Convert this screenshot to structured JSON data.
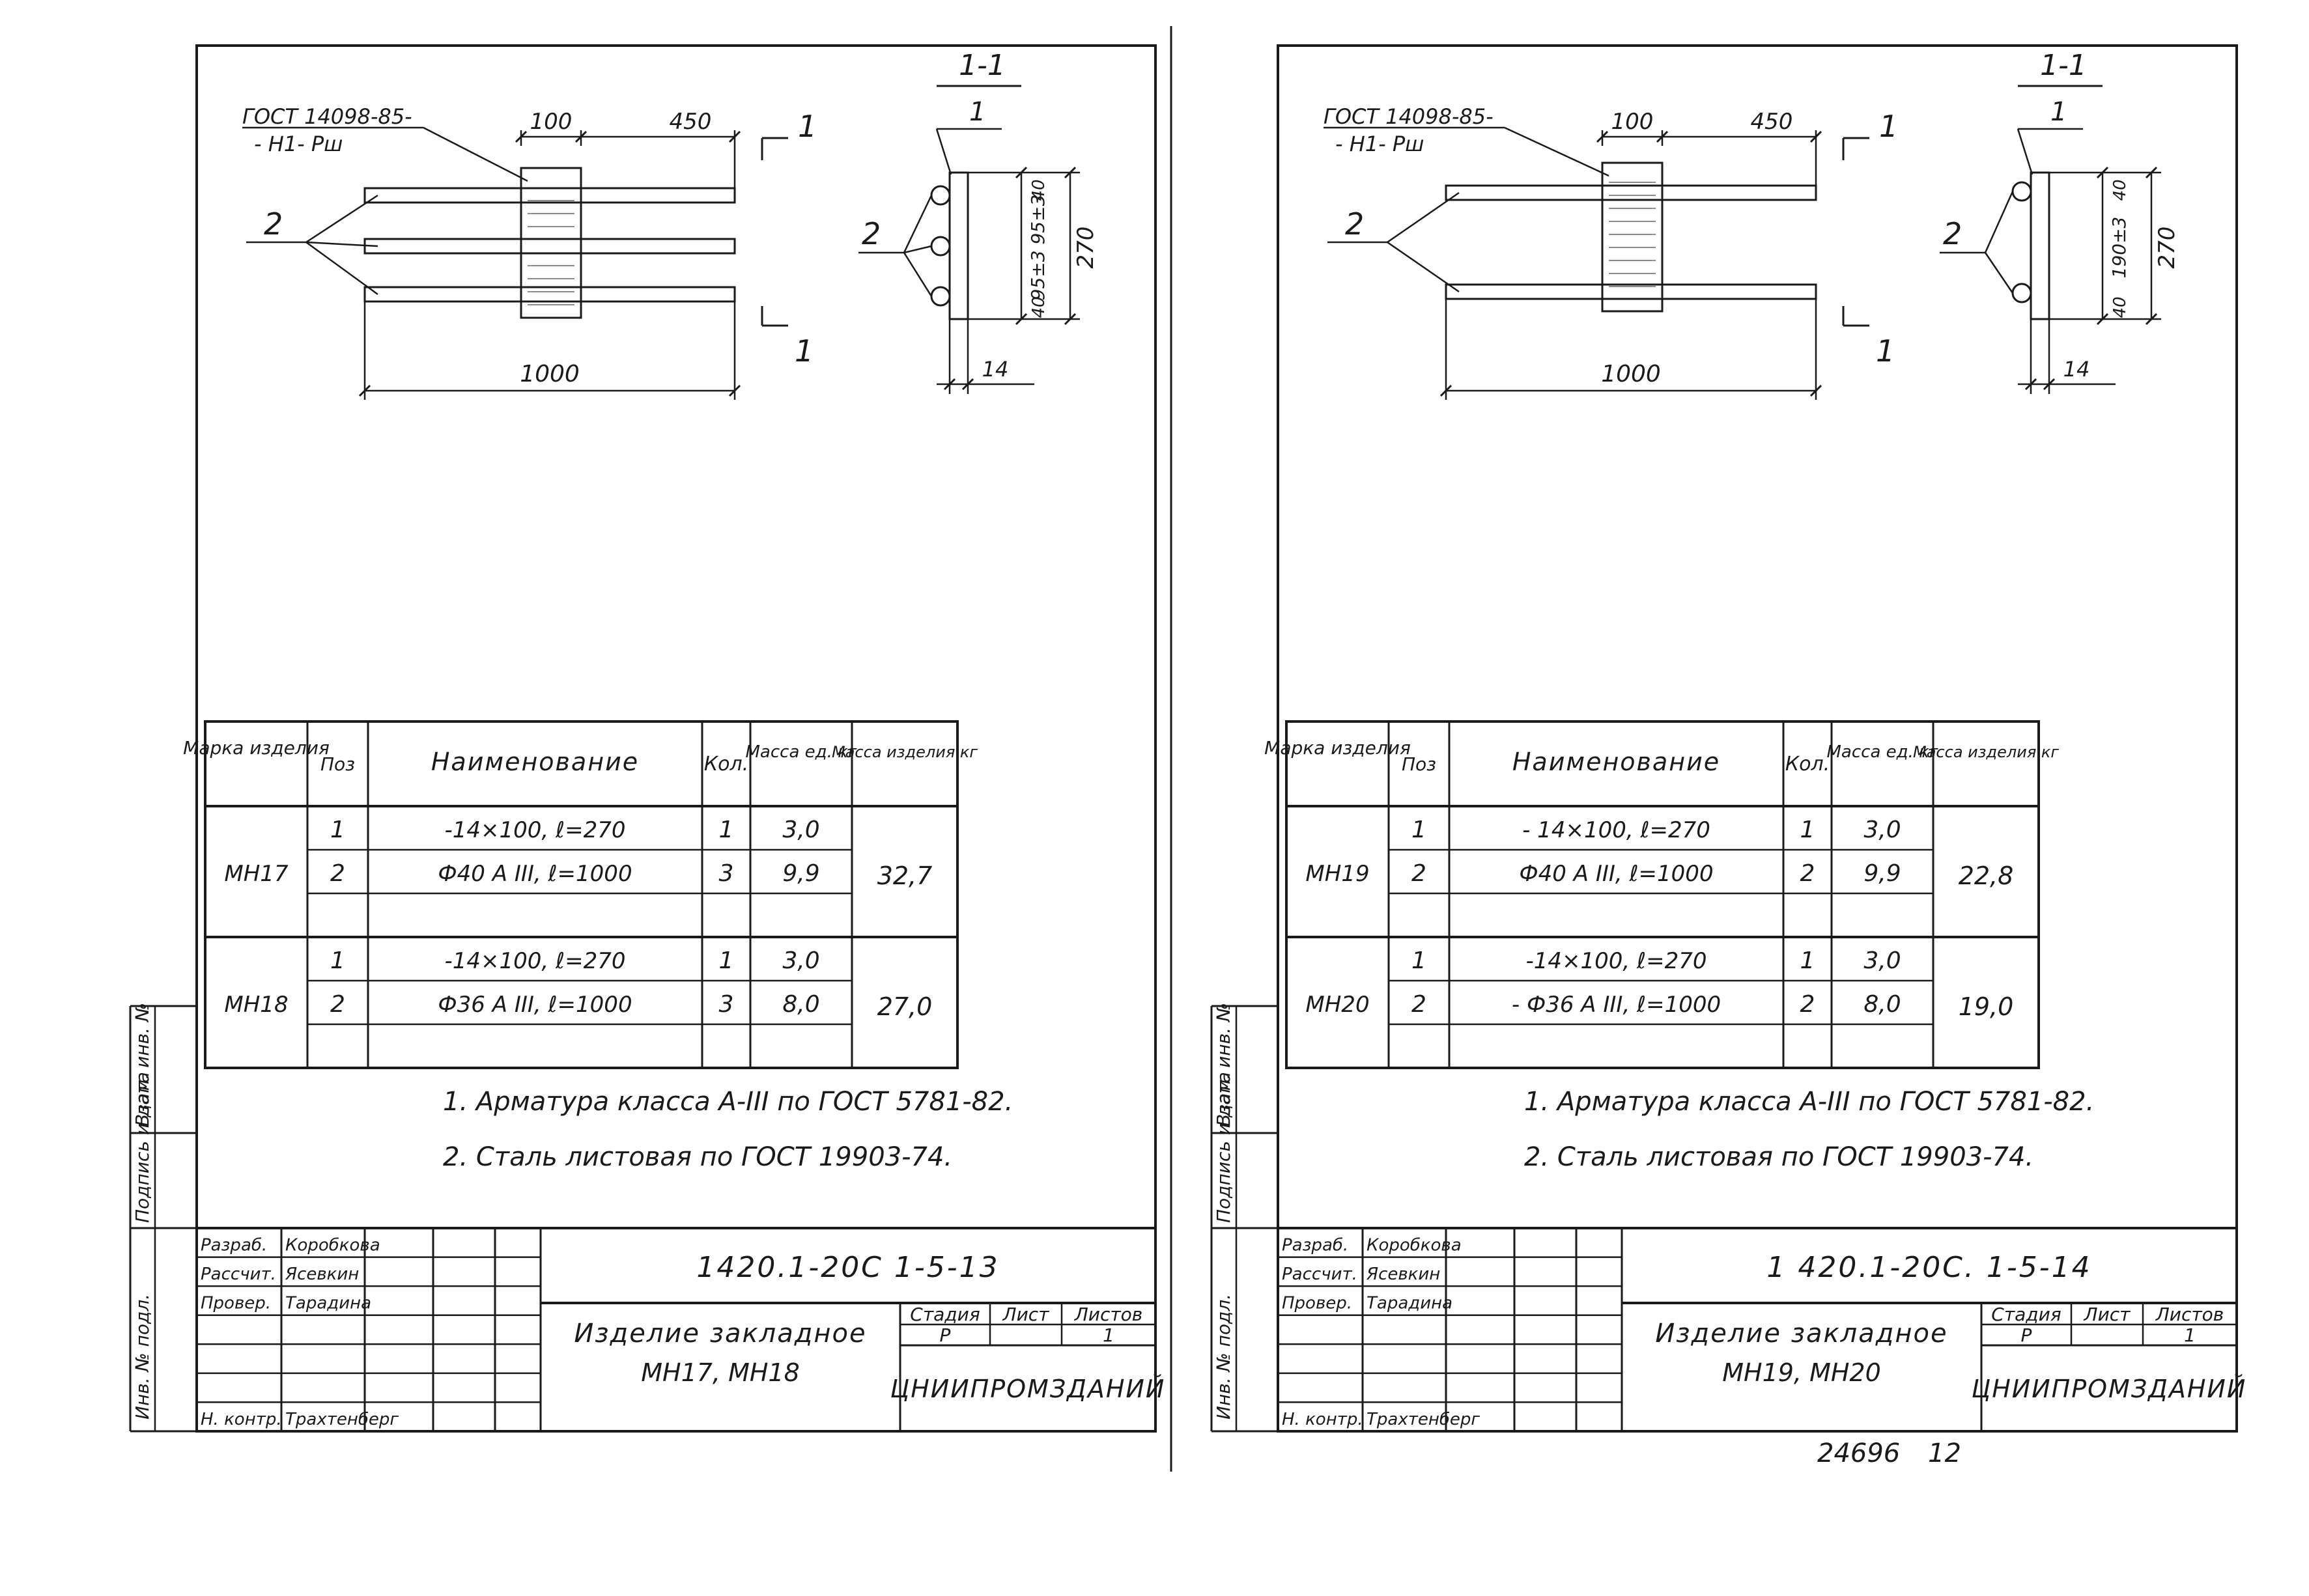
{
  "sheets": [
    {
      "gost_label_1": "ГОСТ 14098-85-",
      "gost_label_2": "- Н1- Рш",
      "dim_plate": "100",
      "dim_overhang": "450",
      "dim_length": "1000",
      "pos_plate": "1",
      "pos_bar": "2",
      "cut_mark": "1",
      "section_title": "1-1",
      "sec_pos_plate": "1",
      "sec_pos_bar": "2",
      "sec_dim_total": "270",
      "sec_dim_mid": "95±3 95±3",
      "sec_dim_top": "40",
      "sec_dim_bottom": "40",
      "sec_dim_thick": "14",
      "table": {
        "headers": [
          "Марка изделия",
          "Поз",
          "Наименование",
          "Кол.",
          "Масса ед. кг",
          "Масса изделия кг"
        ],
        "groups": [
          {
            "mark": "МН17",
            "total": "32,7",
            "rows": [
              {
                "pos": "1",
                "name": "-14×100, ℓ=270",
                "qty": "1",
                "mass": "3,0"
              },
              {
                "pos": "2",
                "name": "Ф40 А III, ℓ=1000",
                "qty": "3",
                "mass": "9,9"
              }
            ]
          },
          {
            "mark": "МН18",
            "total": "27,0",
            "rows": [
              {
                "pos": "1",
                "name": "-14×100, ℓ=270",
                "qty": "1",
                "mass": "3,0"
              },
              {
                "pos": "2",
                "name": "Ф36 А III, ℓ=1000",
                "qty": "3",
                "mass": "8,0"
              }
            ]
          }
        ]
      },
      "notes": [
        "1. Арматура класса А-III по ГОСТ 5781-82.",
        "2. Сталь листовая по ГОСТ 19903-74."
      ],
      "title_block": {
        "doc_code": "1420.1-20С 1-5-13",
        "product_title": "Изделие закладное",
        "product_marks": "МН17, МН18",
        "stage_label": "Стадия",
        "sheet_label": "Лист",
        "sheets_label": "Листов",
        "stage_value": "Р",
        "sheets_value": "1",
        "org": "ЦНИИПРОМЗДАНИЙ",
        "roles": [
          "Разраб.",
          "Рассчит.",
          "Провер.",
          "",
          "",
          "",
          "Н. контр."
        ],
        "names": [
          "Коробкова",
          "Ясевкин",
          "Тарадина",
          "",
          "",
          "",
          "Трахтенберг"
        ]
      }
    },
    {
      "gost_label_1": "ГОСТ 14098-85-",
      "gost_label_2": "- Н1- Рш",
      "dim_plate": "100",
      "dim_overhang": "450",
      "dim_length": "1000",
      "pos_plate": "1",
      "pos_bar": "2",
      "cut_mark": "1",
      "section_title": "1-1",
      "sec_pos_plate": "1",
      "sec_pos_bar": "2",
      "sec_dim_total": "270",
      "sec_dim_mid": "190±3",
      "sec_dim_top": "40",
      "sec_dim_bottom": "40",
      "sec_dim_thick": "14",
      "table": {
        "headers": [
          "Марка изделия",
          "Поз",
          "Наименование",
          "Кол.",
          "Масса ед. кг",
          "Масса изделия кг"
        ],
        "groups": [
          {
            "mark": "МН19",
            "total": "22,8",
            "rows": [
              {
                "pos": "1",
                "name": "- 14×100, ℓ=270",
                "qty": "1",
                "mass": "3,0"
              },
              {
                "pos": "2",
                "name": "Ф40 А III, ℓ=1000",
                "qty": "2",
                "mass": "9,9"
              }
            ]
          },
          {
            "mark": "МН20",
            "total": "19,0",
            "rows": [
              {
                "pos": "1",
                "name": "-14×100, ℓ=270",
                "qty": "1",
                "mass": "3,0"
              },
              {
                "pos": "2",
                "name": "- Ф36 А III, ℓ=1000",
                "qty": "2",
                "mass": "8,0"
              }
            ]
          }
        ]
      },
      "notes": [
        "1. Арматура класса А-III по ГОСТ 5781-82.",
        "2. Сталь листовая по ГОСТ 19903-74."
      ],
      "title_block": {
        "doc_code": "1 420.1-20С. 1-5-14",
        "product_title": "Изделие закладное",
        "product_marks": "МН19, МН20",
        "stage_label": "Стадия",
        "sheet_label": "Лист",
        "sheets_label": "Листов",
        "stage_value": "Р",
        "sheets_value": "1",
        "org": "ЦНИИПРОМЗДАНИЙ",
        "roles": [
          "Разраб.",
          "Рассчит.",
          "Провер.",
          "",
          "",
          "",
          "Н. контр."
        ],
        "names": [
          "Коробкова",
          "Ясевкин",
          "Тарадина",
          "",
          "",
          "",
          "Трахтенберг"
        ]
      }
    }
  ],
  "side_stamp": [
    "Инв. № подл.",
    "Подпись и дата",
    "Взам. инв. №"
  ],
  "footer": {
    "number": "24696",
    "page": "12"
  },
  "colors": {
    "ink": "#1a1a1a",
    "paper": "#ffffff"
  }
}
